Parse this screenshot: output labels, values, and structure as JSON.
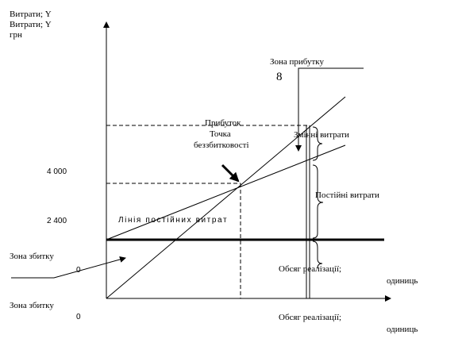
{
  "axes": {
    "y_label_line1": "Витрати;  Y",
    "y_label_line2": "Витрати;  Y",
    "y_label_line3": "грн",
    "x_label_1": "Обсяг  реалізації;",
    "x_label_1_unit": "одиниць",
    "x_label_2": "Обсяг  реалізації;",
    "x_label_2_unit": "одиниць",
    "origin_1": "0",
    "origin_2": "0",
    "tick_4000": "4 000",
    "tick_2400": "2 400"
  },
  "annotations": {
    "profit_zone": "Зона прибутку",
    "figure_number": "8",
    "profit": "Прибуток",
    "breakeven_line1": "Точка",
    "breakeven_line2": "беззбитковості",
    "variable_costs": "Змінні витрати",
    "fixed_costs": "Постійні витрати",
    "fixed_cost_line": "Лінія постійних витрат",
    "loss_zone_1": "Зона збитку",
    "loss_zone_2": "Зона збитку"
  },
  "colors": {
    "ink": "#000000",
    "background": "#ffffff"
  }
}
